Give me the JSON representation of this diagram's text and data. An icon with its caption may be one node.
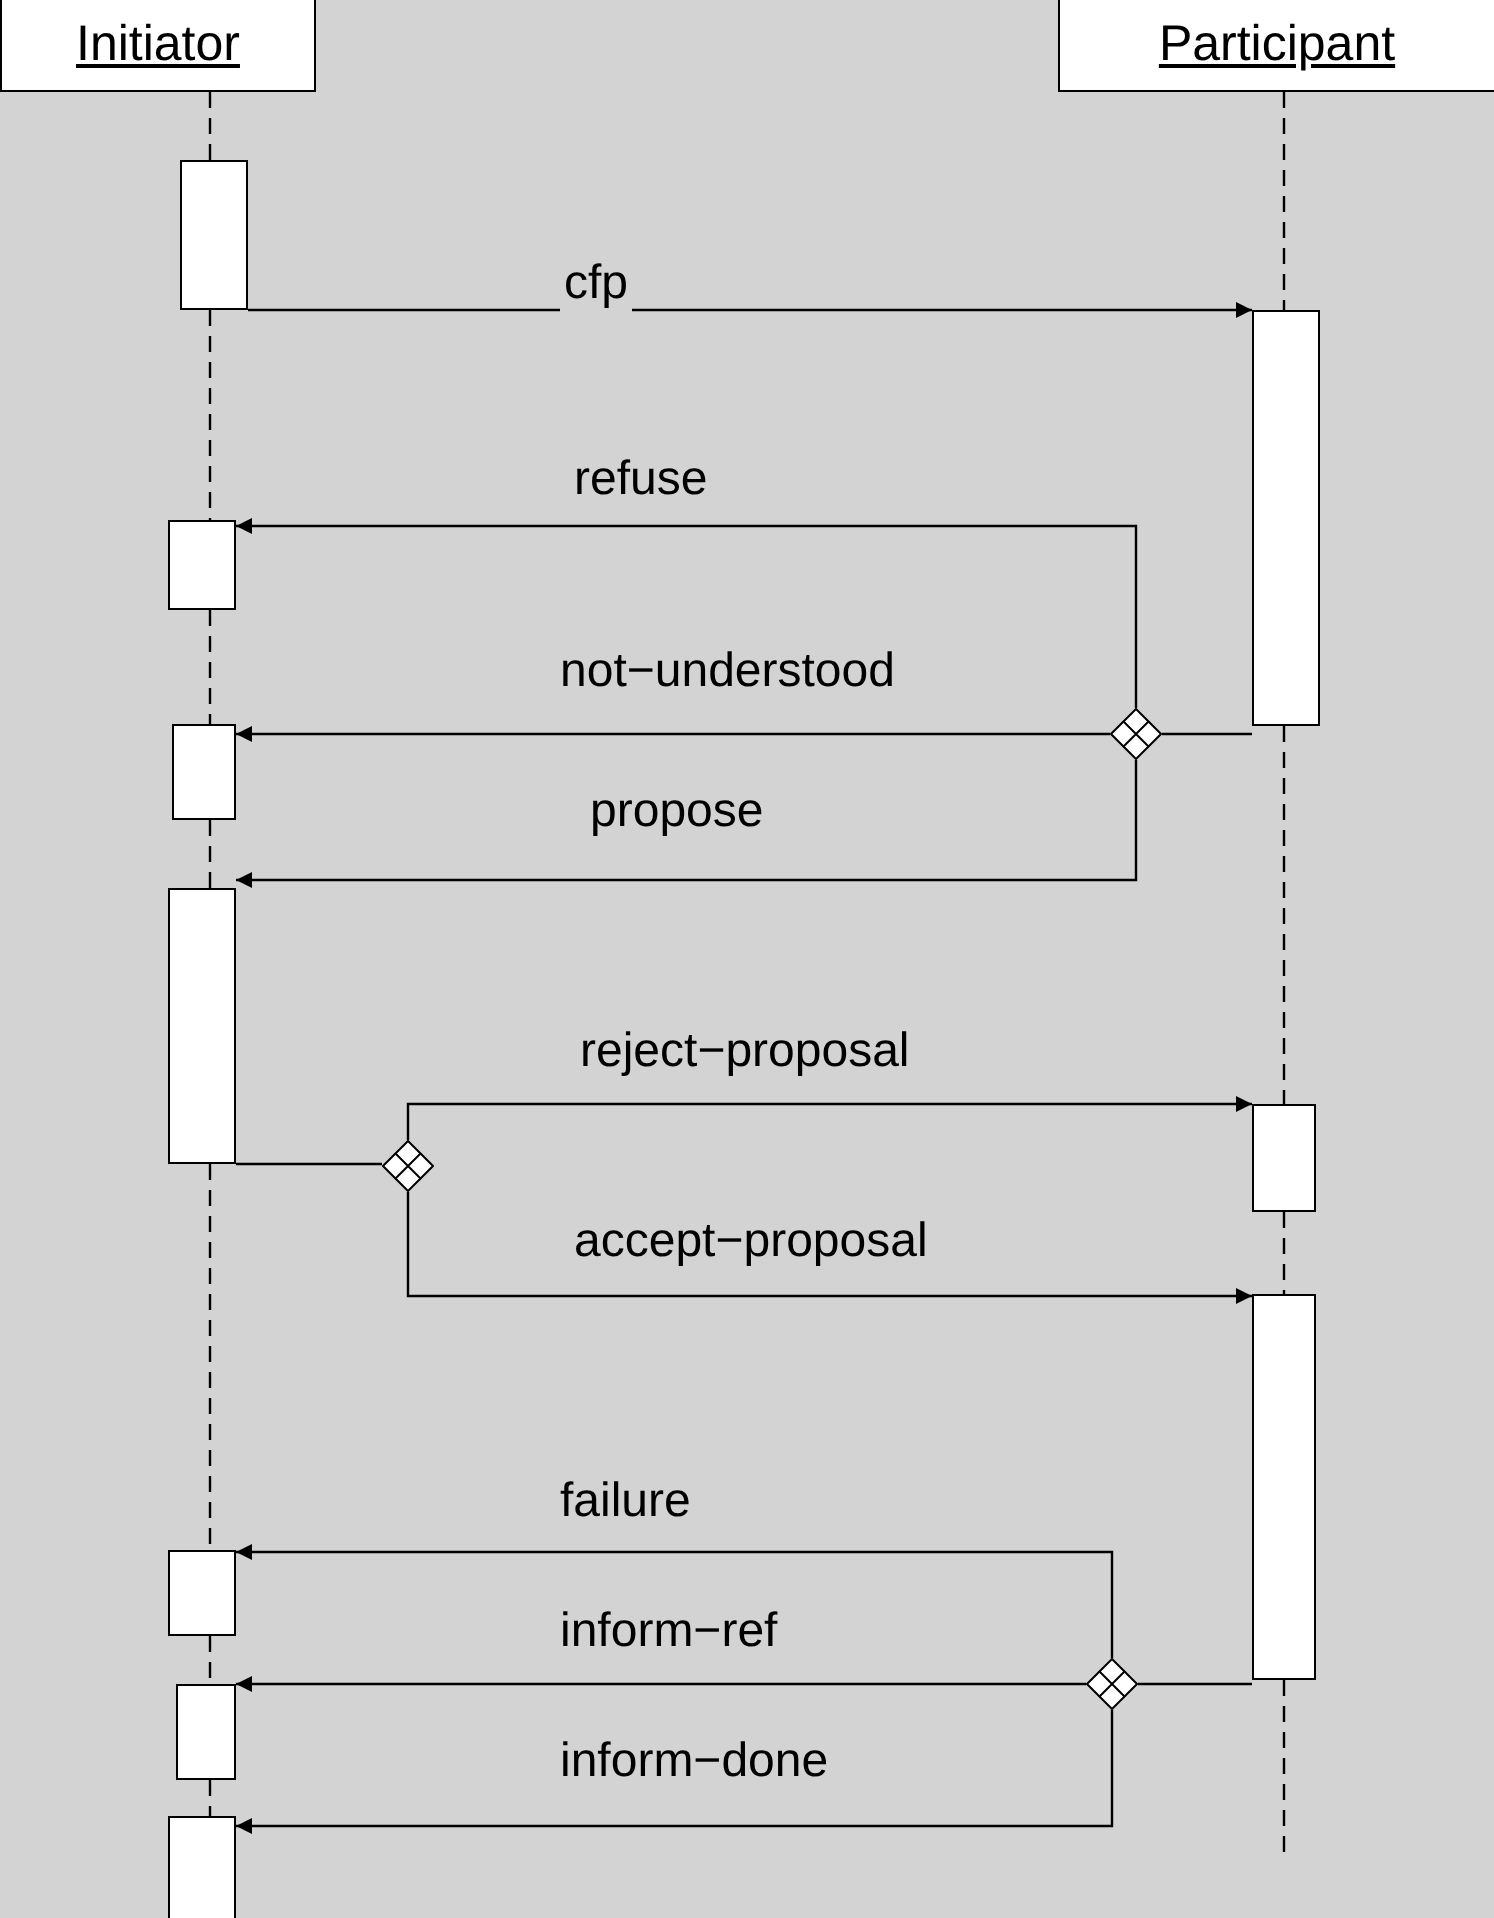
{
  "diagram": {
    "nodes": [
      {
        "text": [
          "Initiator"
        ]
      },
      {
        "text": [
          "Participant"
        ]
      },
      {
        "text": [],
        "shape": "bar"
      },
      {
        "text": [],
        "shape": "bar"
      },
      {
        "text": [],
        "shape": "bar"
      },
      {
        "text": [],
        "shape": "bar"
      },
      {
        "text": [],
        "shape": "diamond"
      },
      {
        "text": [],
        "shape": "bar"
      },
      {
        "text": [],
        "shape": "diamond"
      },
      {
        "text": [],
        "shape": "bar"
      },
      {
        "text": [],
        "shape": "bar"
      },
      {
        "text": [],
        "shape": "diamond"
      },
      {
        "text": [],
        "shape": "bar"
      },
      {
        "text": [],
        "shape": "bar"
      },
      {
        "text": [],
        "shape": "bar"
      }
    ],
    "edges": [
      {
        "from": 2,
        "to": 3,
        "arrow": "to",
        "label": "cfp"
      },
      {
        "from": 3,
        "to": 6,
        "arrow": "none"
      },
      {
        "from": 6,
        "to": 4,
        "arrow": "to",
        "label": "refuse"
      },
      {
        "from": 6,
        "to": 5,
        "arrow": "to",
        "label": "not−understood"
      },
      {
        "from": 6,
        "to": 7,
        "arrow": "to",
        "label": "propose"
      },
      {
        "from": 7,
        "to": 8,
        "arrow": "none"
      },
      {
        "from": 8,
        "to": 9,
        "arrow": "to",
        "label": "reject−proposal"
      },
      {
        "from": 8,
        "to": 10,
        "arrow": "to",
        "label": "accept−proposal"
      },
      {
        "from": 10,
        "to": 11,
        "arrow": "none"
      },
      {
        "from": 11,
        "to": 12,
        "arrow": "to",
        "label": "failure"
      },
      {
        "from": 11,
        "to": 13,
        "arrow": "to",
        "label": "inform−ref"
      },
      {
        "from": 11,
        "to": 14,
        "arrow": "to",
        "label": "inform−done"
      },
      {
        "from": 0,
        "to": 2,
        "arrow": "none",
        "style": "dashed"
      },
      {
        "from": 2,
        "to": 4,
        "arrow": "none",
        "style": "dashed"
      },
      {
        "from": 4,
        "to": 5,
        "arrow": "none",
        "style": "dashed"
      },
      {
        "from": 5,
        "to": 7,
        "arrow": "none",
        "style": "dashed"
      },
      {
        "from": 7,
        "to": 12,
        "arrow": "none",
        "style": "dashed"
      },
      {
        "from": 12,
        "to": 13,
        "arrow": "none",
        "style": "dashed"
      },
      {
        "from": 13,
        "to": 14,
        "arrow": "none",
        "style": "dashed"
      },
      {
        "from": 1,
        "to": 3,
        "arrow": "none",
        "style": "dashed"
      },
      {
        "from": 3,
        "to": 9,
        "arrow": "none",
        "style": "dashed"
      },
      {
        "from": 9,
        "to": 10,
        "arrow": "none",
        "style": "dashed"
      },
      {
        "from": 10,
        "to": null,
        "arrow": "none",
        "style": "dashed"
      }
    ]
  }
}
